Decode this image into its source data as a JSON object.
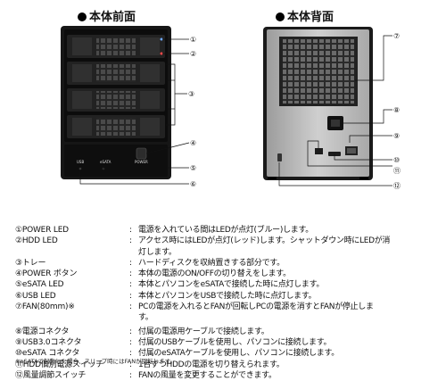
{
  "front_title": "本体前面",
  "back_title": "本体背面",
  "front_labels": {
    "usb": "USB",
    "esata": "eSATA",
    "power": "POWER"
  },
  "callouts": {
    "c1": "①",
    "c2": "②",
    "c3": "③",
    "c4": "④",
    "c5": "⑤",
    "c6": "⑥",
    "c7": "⑦",
    "c8": "⑧",
    "c9": "⑨",
    "c10": "⑩",
    "c11": "⑪",
    "c12": "⑫"
  },
  "legend": [
    {
      "name": "①POWER LED",
      "desc": "電源を入れている間はLEDが点灯(ブルー)します。"
    },
    {
      "name": "②HDD LED",
      "desc": "アクセス時にはLEDが点灯(レッド)します。シャットダウン時にLEDが消"
    },
    {
      "name": "",
      "desc": "灯します。",
      "cont": true
    },
    {
      "name": "③トレー",
      "desc": "ハードディスクを収納置きする部分です。"
    },
    {
      "name": "④POWER ボタン",
      "desc": "本体の電源のON/OFFの切り替えをします。"
    },
    {
      "name": "⑤eSATA LED",
      "desc": "本体とパソコンをeSATAで接続した時に点灯します。"
    },
    {
      "name": "⑥USB LED",
      "desc": "本体とパソコンをUSBで接続した時に点灯します。"
    },
    {
      "name": "⑦FAN(80mm)※",
      "desc": "PCの電源を入れるとFANが回転しPCの電源を消すとFANが停止しま"
    },
    {
      "name": "",
      "desc": "す。",
      "cont": true
    },
    {
      "name": "⑧電源コネクタ",
      "desc": "付属の電源用ケーブルで接続します。",
      "gap": true
    },
    {
      "name": "⑨USB3.0コネクタ",
      "desc": "付属のUSBケーブルを使用し、パソコンに接続します。"
    },
    {
      "name": "⑩eSATA コネクタ",
      "desc": "付属のeSATAケーブルを使用し、パソコンに接続します。"
    },
    {
      "name": "⑪HDD個別電源スイッチ",
      "desc": "1台ずつHDDの電源を切り替えられます。"
    },
    {
      "name": "⑫風量調節スイッチ",
      "desc": "FANの風量を変更することができます。"
    }
  ],
  "footnote": "※eSATAで起動した場合、スリープ時にはFANが回転します。",
  "colors": {
    "front_body": "#161616",
    "back_body": "#b9b9b9",
    "back_frame": "#1a1a1a"
  }
}
